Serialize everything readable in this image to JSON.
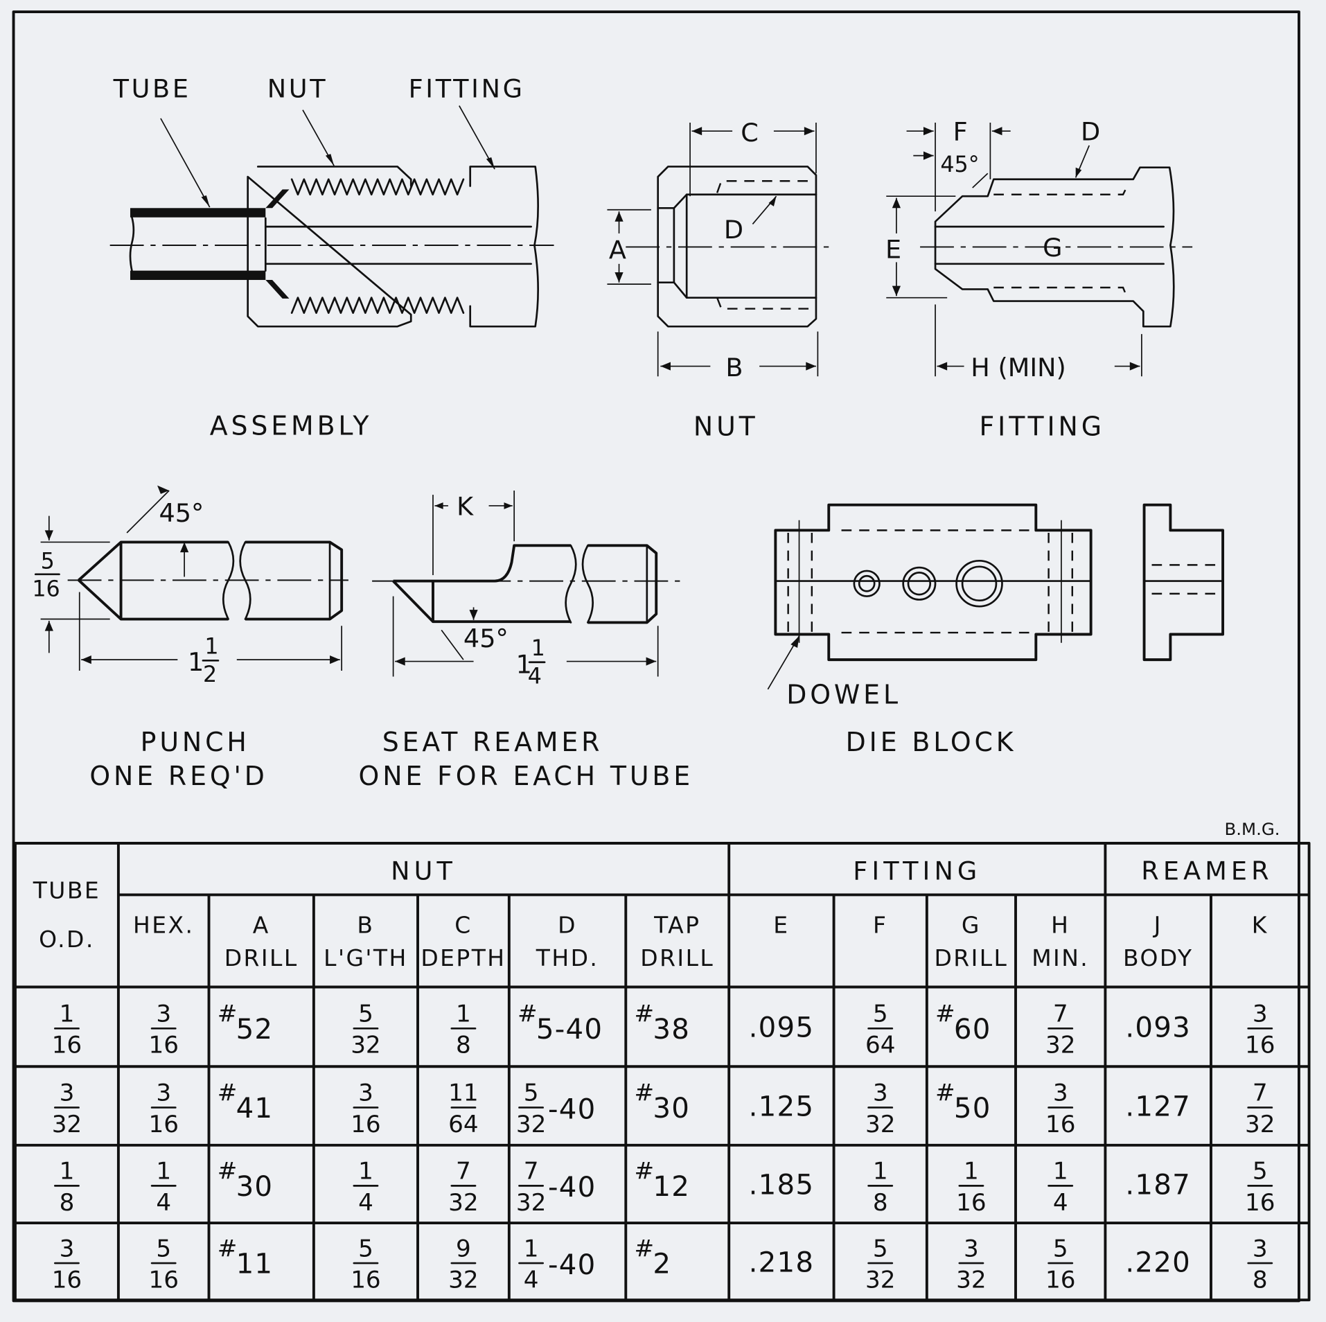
{
  "drawings": {
    "assembly": {
      "title": "ASSEMBLY",
      "callouts": [
        "TUBE",
        "NUT",
        "FITTING"
      ]
    },
    "nut": {
      "title": "NUT",
      "dims": {
        "a": "A",
        "b": "B",
        "c": "C",
        "d": "D"
      }
    },
    "fitting": {
      "title": "FITTING",
      "dims": {
        "f": "F",
        "d": "D",
        "e": "E",
        "g": "G",
        "h": "H (MIN)",
        "angle": "45°"
      }
    },
    "punch": {
      "title": "PUNCH",
      "subtitle": "ONE REQ'D",
      "angle": "45°",
      "dia_num": "5",
      "dia_den": "16",
      "len_whole": "1",
      "len_num": "1",
      "len_den": "2"
    },
    "reamer": {
      "title": "SEAT REAMER",
      "subtitle": "ONE FOR EACH TUBE",
      "k": "K",
      "angle": "45°",
      "len_whole": "1",
      "len_num": "1",
      "len_den": "4"
    },
    "die_block": {
      "title": "DIE BLOCK",
      "callout": "DOWEL"
    },
    "initials": "B.M.G."
  },
  "table": {
    "groups": {
      "tube": "TUBE",
      "tube2": "O.D.",
      "nut": "NUT",
      "fitting": "FITTING",
      "reamer": "REAMER"
    },
    "columns": [
      {
        "l1": "HEX.",
        "l2": ""
      },
      {
        "l1": "A",
        "l2": "DRILL"
      },
      {
        "l1": "B",
        "l2": "L'G'TH"
      },
      {
        "l1": "C",
        "l2": "DEPTH"
      },
      {
        "l1": "D",
        "l2": "THD."
      },
      {
        "l1": "TAP",
        "l2": "DRILL"
      },
      {
        "l1": "E",
        "l2": ""
      },
      {
        "l1": "F",
        "l2": ""
      },
      {
        "l1": "G",
        "l2": "DRILL"
      },
      {
        "l1": "H",
        "l2": "MIN."
      },
      {
        "l1": "J",
        "l2": "BODY"
      },
      {
        "l1": "K",
        "l2": ""
      }
    ],
    "rows": [
      [
        "1/16",
        "3/16",
        "#52",
        "5/32",
        "1/8",
        "#5-40",
        "#38",
        ".095",
        "5/64",
        "#60",
        "7/32",
        ".093",
        "3/16"
      ],
      [
        "3/32",
        "3/16",
        "#41",
        "3/16",
        "11/64",
        "5/32-40",
        "#30",
        ".125",
        "3/32",
        "#50",
        "3/16",
        ".127",
        "7/32"
      ],
      [
        "1/8",
        "1/4",
        "#30",
        "1/4",
        "7/32",
        "7/32-40",
        "#12",
        ".185",
        "1/8",
        "1/16",
        "1/4",
        ".187",
        "5/16"
      ],
      [
        "3/16",
        "5/16",
        "#11",
        "5/16",
        "9/32",
        "1/4-40",
        "#2",
        ".218",
        "5/32",
        "3/32",
        "5/16",
        ".220",
        "3/8"
      ]
    ]
  }
}
